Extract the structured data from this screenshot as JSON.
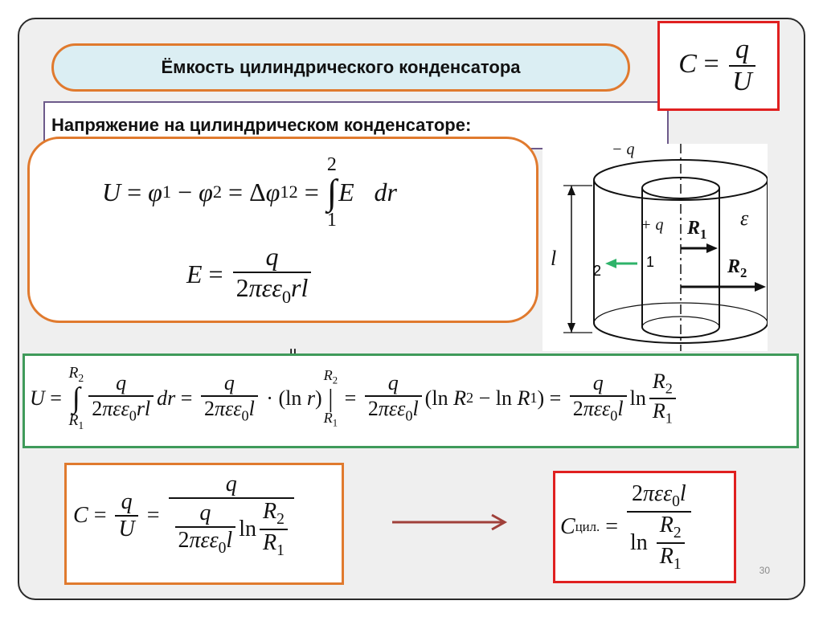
{
  "title": "Ёмкость цилиндрического конденсатора",
  "subtitle": "Напряжение на цилиндрическом конденсаторе:",
  "page_number": "30",
  "figure": {
    "minus_q": "− q",
    "plus_q": "+ q",
    "epsilon": "ε",
    "label_l": "l",
    "r1": "R",
    "r1_sub": "1",
    "r2": "R",
    "r2_sub": "2",
    "point_1": "1",
    "point_2": "2"
  },
  "colors": {
    "red_border": "#e02020",
    "orange_border": "#e07a2e",
    "green_border": "#3f9a5a",
    "purple_border": "#6d5a8a",
    "title_fill": "#dbeef3",
    "field_arrow": "#2fb36a",
    "long_arrow": "#a0403a"
  }
}
